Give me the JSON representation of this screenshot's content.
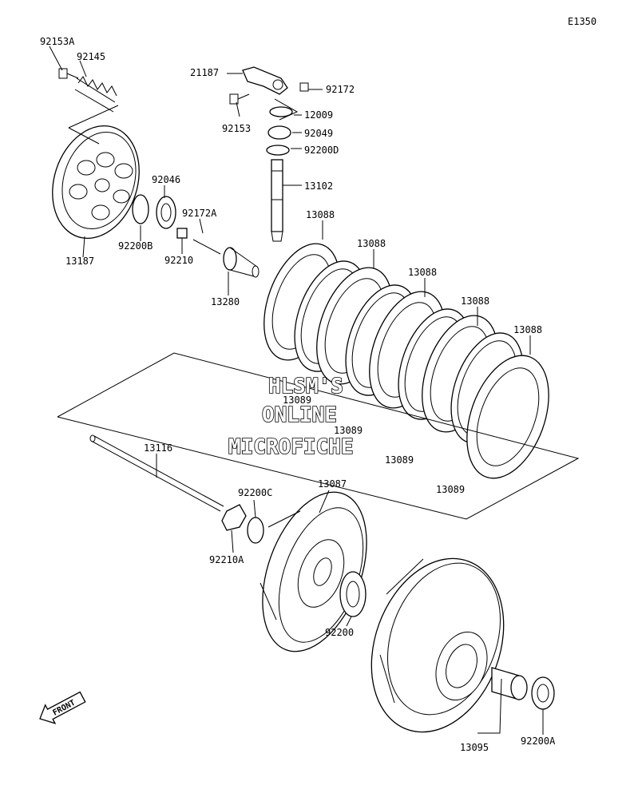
{
  "diagram_code": "E1350",
  "front_label": "FRONT",
  "watermark": {
    "line1": "HLSM'S",
    "line2": "ONLINE",
    "line3": "MICROFICHE"
  },
  "parts": {
    "p92153A": "92153A",
    "p92145": "92145",
    "p21187": "21187",
    "p92172": "92172",
    "p12009": "12009",
    "p92153": "92153",
    "p92049": "92049",
    "p92200D": "92200D",
    "p13102": "13102",
    "p92046": "92046",
    "p92172A": "92172A",
    "p92200B": "92200B",
    "p92210": "92210",
    "p13187": "13187",
    "p13280": "13280",
    "p13088a": "13088",
    "p13088b": "13088",
    "p13088c": "13088",
    "p13088d": "13088",
    "p13088e": "13088",
    "p13089a": "13089",
    "p13089b": "13089",
    "p13089c": "13089",
    "p13089d": "13089",
    "p13116": "13116",
    "p92200C": "92200C",
    "p13087": "13087",
    "p92210A": "92210A",
    "p92200": "92200",
    "p13095": "13095",
    "p92200A": "92200A"
  }
}
